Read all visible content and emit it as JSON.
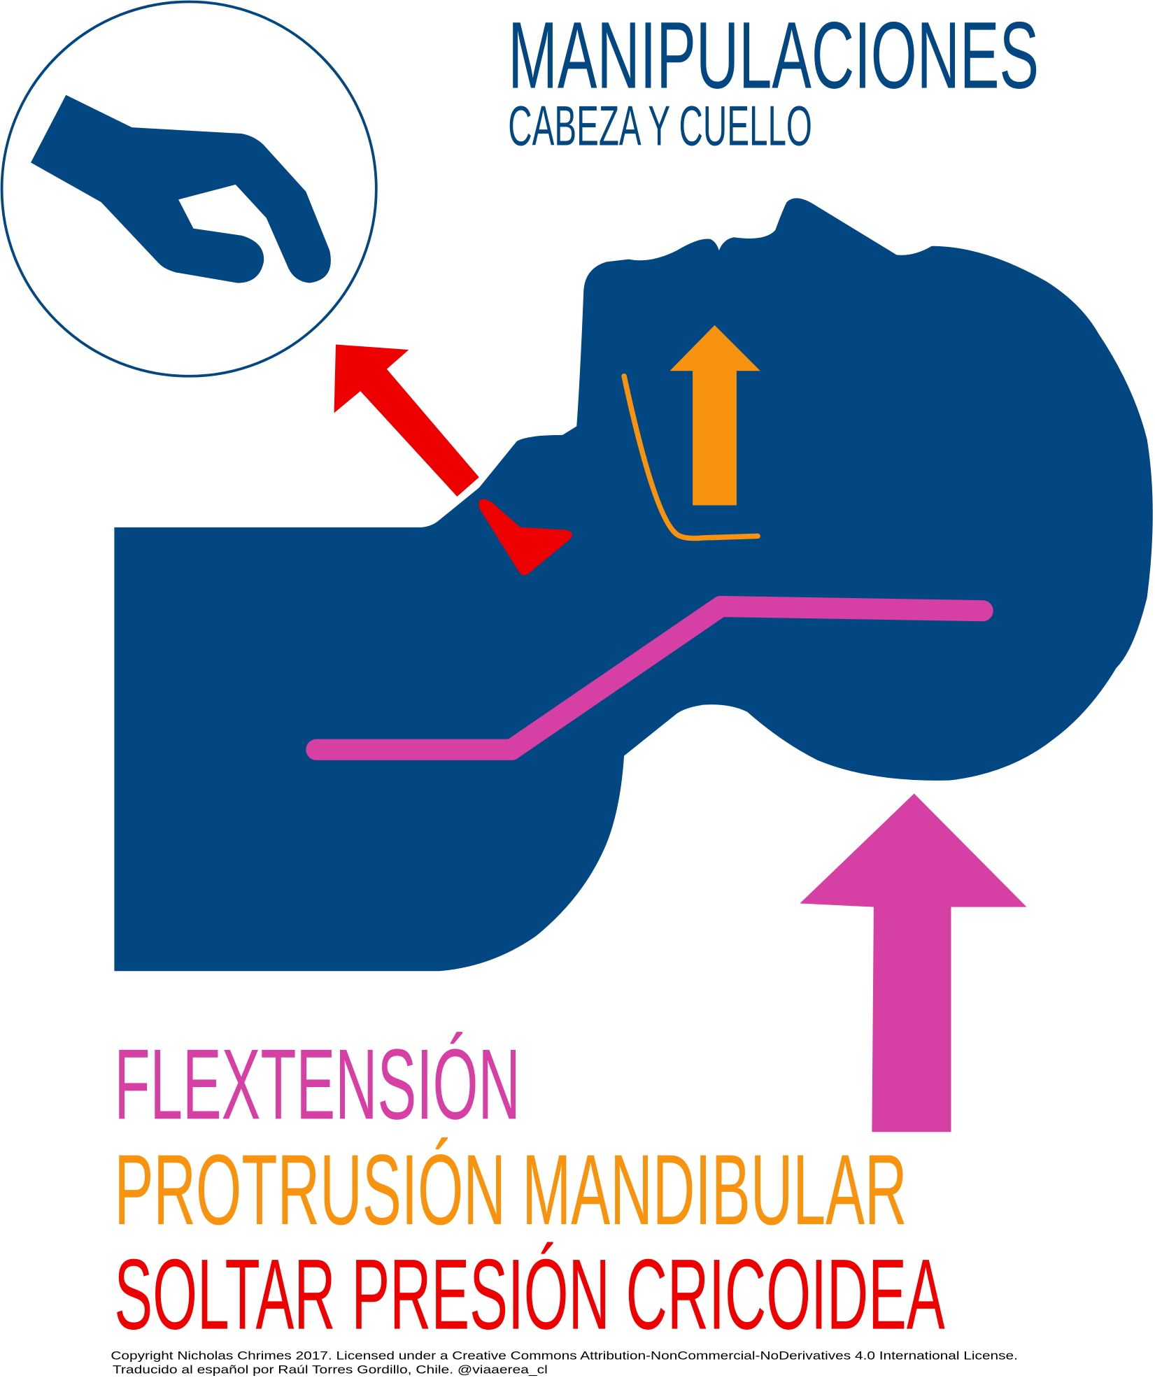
{
  "title": "MANIPULACIONES",
  "subtitle": "CABEZA Y CUELLO",
  "labels": {
    "flextension": "FLEXTENSIÓN",
    "protrusion": "PROTRUSIÓN MANDIBULAR",
    "cricoid": "SOLTAR PRESIÓN CRICOIDEA"
  },
  "footer": {
    "line1": "Copyright Nicholas Chrimes 2017. Licensed under a Creative Commons Attribution-NonCommercial-NoDerivatives 4.0 International License.",
    "line2": "Traducido al español por Raúl Torres Gordillo, Chile. @viaaerea_cl"
  },
  "colors": {
    "navy": "#034782",
    "pink": "#d63fa3",
    "orange": "#f7930e",
    "red": "#ee0000"
  }
}
